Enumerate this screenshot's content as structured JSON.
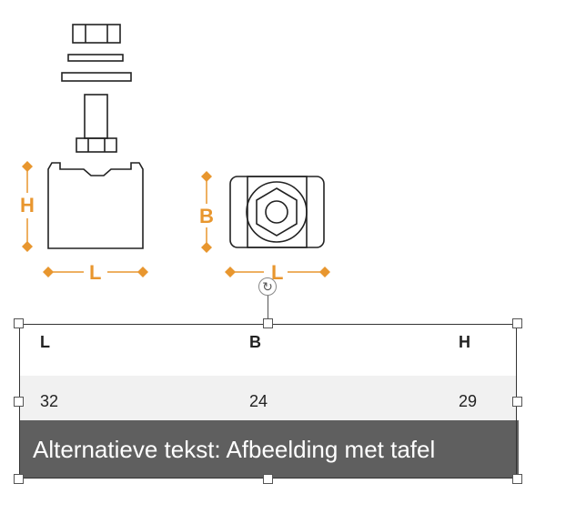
{
  "dimension_labels": {
    "h": "H",
    "l_front": "L",
    "b": "B",
    "l_top": "L"
  },
  "accent_color": "#e8962e",
  "table": {
    "headers": [
      "L",
      "B",
      "H"
    ],
    "rows": [
      [
        "32",
        "24",
        "29"
      ]
    ]
  },
  "alt_text_overlay": "Alternatieve tekst: Afbeelding met tafel",
  "icons": {
    "rotate": "rotate-handle-icon"
  }
}
